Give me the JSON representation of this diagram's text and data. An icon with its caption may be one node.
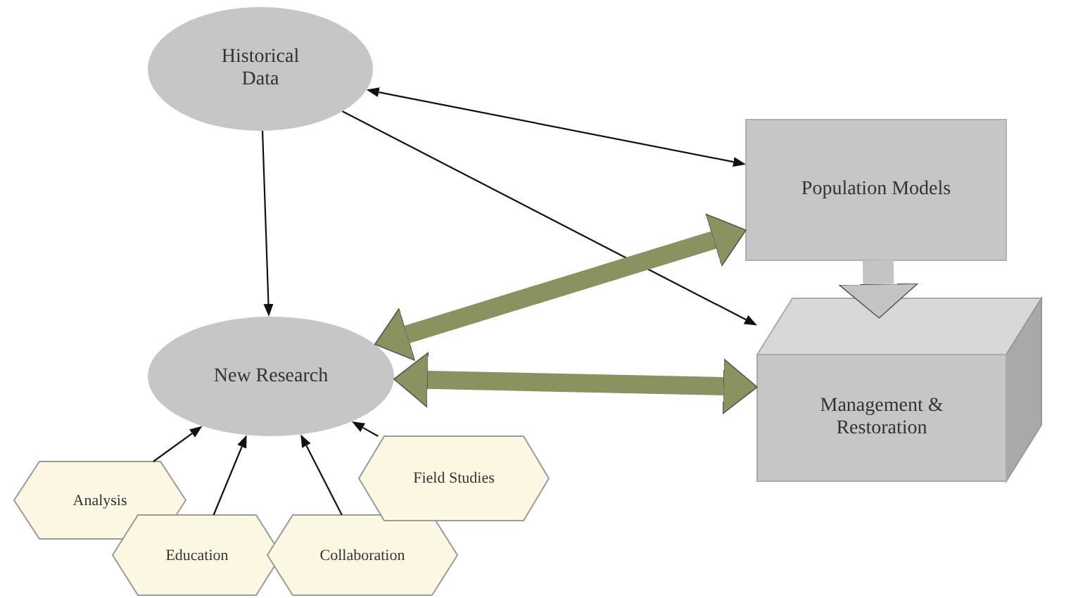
{
  "diagram": {
    "nodes": [
      {
        "text": [
          "Historical Data"
        ]
      },
      {
        "text": [
          "Population Models"
        ]
      },
      {
        "text": [
          "New Research"
        ]
      },
      {
        "text": [
          "Management & Restoration"
        ]
      },
      {
        "text": [
          "Analysis"
        ]
      },
      {
        "text": [
          "Education"
        ]
      },
      {
        "text": [
          "Collaboration"
        ]
      },
      {
        "text": [
          "Field Studies"
        ]
      }
    ],
    "edges": [
      {
        "from": 0,
        "to": 1,
        "arrow": "both"
      },
      {
        "from": 0,
        "to": 2,
        "arrow": "to"
      },
      {
        "from": 0,
        "to": 3,
        "arrow": "to"
      },
      {
        "from": 2,
        "to": 1,
        "arrow": "both",
        "style": "thick",
        "color": "#8c9160"
      },
      {
        "from": 2,
        "to": 3,
        "arrow": "both",
        "style": "thick",
        "color": "#8c9160"
      },
      {
        "from": 1,
        "to": 3,
        "arrow": "to",
        "style": "thick",
        "color": "#c4c4c4"
      },
      {
        "from": 4,
        "to": 2,
        "arrow": "to"
      },
      {
        "from": 5,
        "to": 2,
        "arrow": "to"
      },
      {
        "from": 6,
        "to": 2,
        "arrow": "to"
      },
      {
        "from": 7,
        "to": 2,
        "arrow": "to"
      }
    ]
  }
}
